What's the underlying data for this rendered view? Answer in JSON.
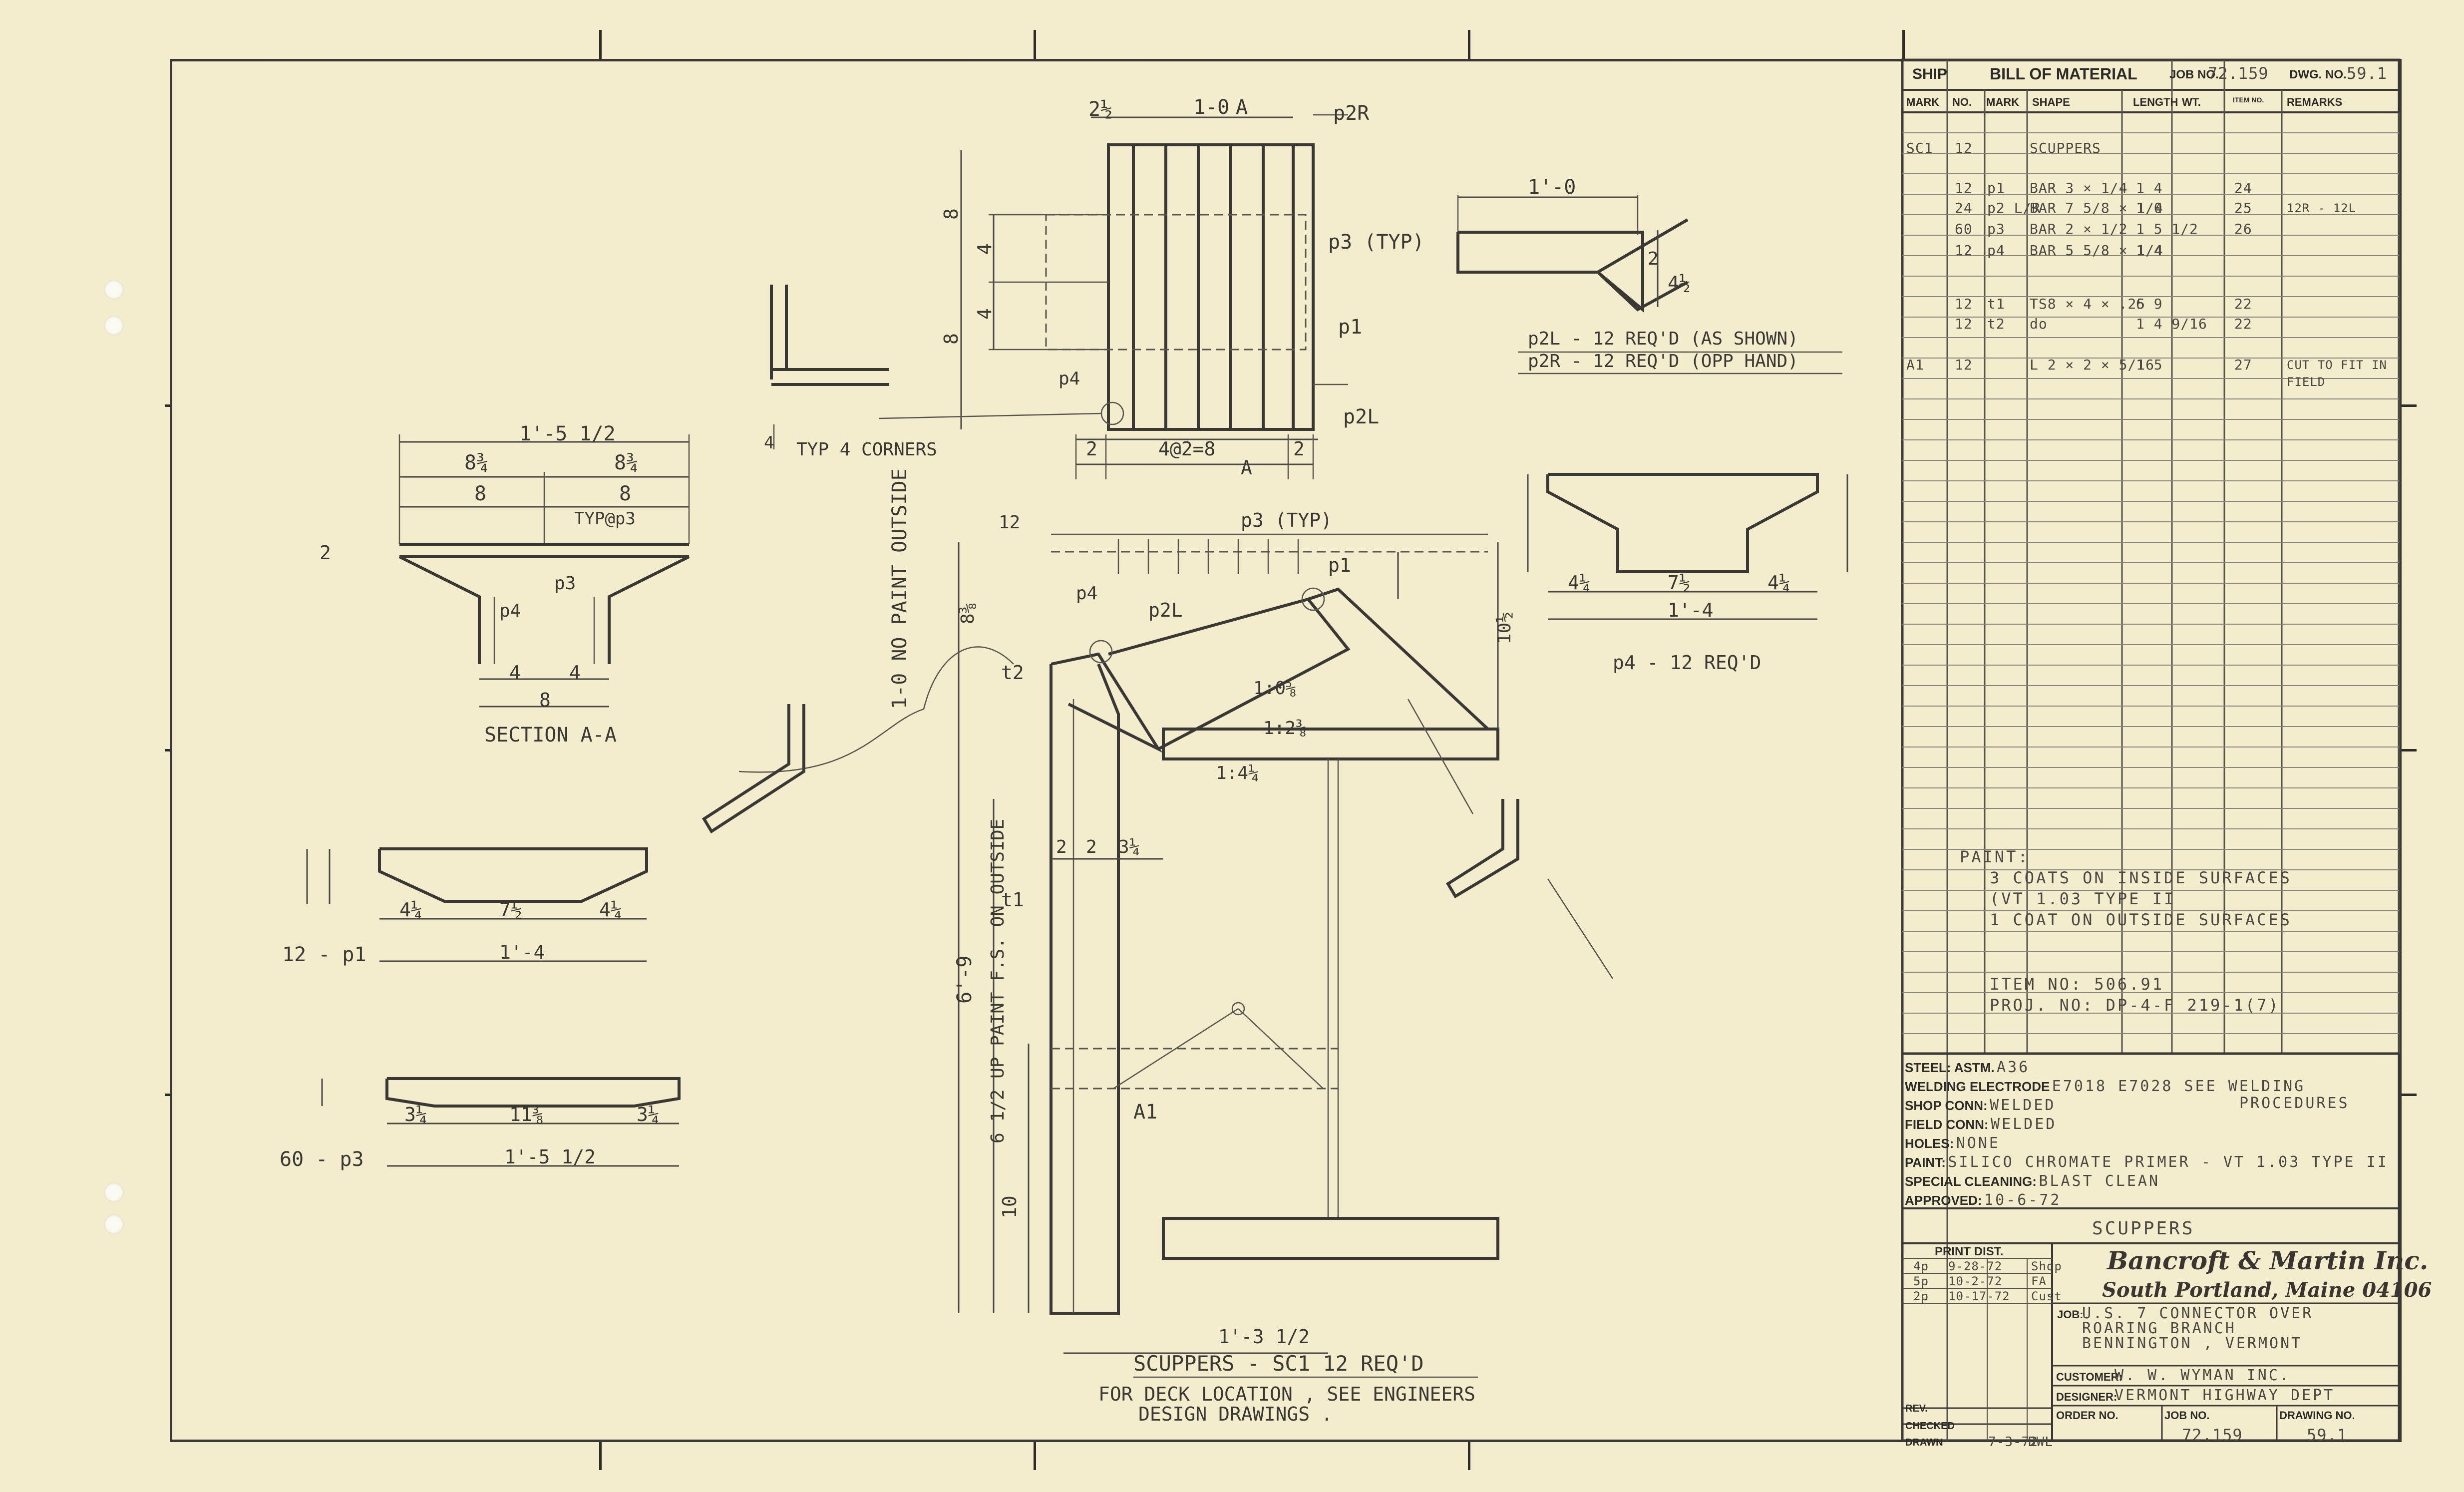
{
  "bom": {
    "ship_label": "SHIP",
    "title": "BILL OF MATERIAL",
    "job_no_label": "JOB NO.",
    "job_no": "72.159",
    "dwg_no_label": "DWG. NO.",
    "dwg_no": "59.1",
    "columns": [
      "MARK",
      "NO.",
      "MARK",
      "SHAPE",
      "LENGTH",
      "WT.",
      "ITEM NO.",
      "REMARKS"
    ],
    "rows": [
      {
        "mark": "SC1",
        "no": "12",
        "pmark": "",
        "shape": "SCUPPERS",
        "length": "",
        "wt": "",
        "item": "",
        "remarks": ""
      },
      {
        "mark": "",
        "no": "12",
        "pmark": "p1",
        "shape": "BAR 3 × 1/4",
        "length": "1  4",
        "wt": "",
        "item": "24",
        "remarks": ""
      },
      {
        "mark": "",
        "no": "24",
        "pmark": "p2 L/R",
        "shape": "BAR 7 5/8 × 1/4",
        "length": "1  0",
        "wt": "",
        "item": "25",
        "remarks": "12R - 12L"
      },
      {
        "mark": "",
        "no": "60",
        "pmark": "p3",
        "shape": "BAR 2 × 1/2",
        "length": "1  5 1/2",
        "wt": "",
        "item": "26",
        "remarks": ""
      },
      {
        "mark": "",
        "no": "12",
        "pmark": "p4",
        "shape": "BAR 5 5/8 × 1/4",
        "length": "1  4",
        "wt": "",
        "item": "",
        "remarks": ""
      },
      {
        "mark": "",
        "no": "12",
        "pmark": "t1",
        "shape": "TS8 × 4 × .25",
        "length": "6  9",
        "wt": "",
        "item": "22",
        "remarks": ""
      },
      {
        "mark": "",
        "no": "12",
        "pmark": "t2",
        "shape": "do",
        "length": "1  4 9/16",
        "wt": "",
        "item": "22",
        "remarks": ""
      },
      {
        "mark": "A1",
        "no": "12",
        "pmark": "",
        "shape": "L 2 × 2 × 5/16",
        "length": "1  5",
        "wt": "",
        "item": "27",
        "remarks": "CUT TO FIT IN FIELD"
      }
    ],
    "paint_note": [
      "PAINT:",
      "3 COATS ON INSIDE SURFACES",
      "(VT 1.03 TYPE II",
      "1 COAT ON OUTSIDE SURFACES"
    ],
    "item_note": [
      "ITEM NO: 506.91",
      "PROJ. NO: DP-4-F 219-1(7)"
    ]
  },
  "specs": {
    "steel_label": "STEEL: ASTM.",
    "steel": "A36",
    "welding_label": "WELDING ELECTRODE",
    "welding": "E7018  E7028  SEE WELDING",
    "welding2": "PROCEDURES",
    "shop_label": "SHOP CONN:",
    "shop": "WELDED",
    "field_label": "FIELD CONN:",
    "field": "WELDED",
    "holes_label": "HOLES:",
    "holes": "NONE",
    "paint_label": "PAINT:",
    "paint": "SILICO CHROMATE PRIMER - VT 1.03 TYPE II",
    "cleaning_label": "SPECIAL CLEANING:",
    "cleaning": "BLAST  CLEAN",
    "approved_label": "APPROVED:",
    "approved": "10-6-72"
  },
  "title_block": {
    "drawing_title": "SCUPPERS",
    "print_dist_label": "PRINT DIST.",
    "print_dist": [
      {
        "qty": "4p",
        "date": "9-28-72",
        "to": "Shop"
      },
      {
        "qty": "5p",
        "date": "10-2-72",
        "to": "FA"
      },
      {
        "qty": "2p",
        "date": "10-17-72",
        "to": "Cust"
      }
    ],
    "company": "Bancroft & Martin Inc.",
    "company_address": "South Portland, Maine 04106",
    "job_label": "JOB:",
    "job_lines": [
      "U.S. 7  CONNECTOR  OVER",
      "ROARING  BRANCH",
      "BENNINGTON , VERMONT"
    ],
    "customer_label": "CUSTOMER:",
    "customer": "W. W. WYMAN  INC.",
    "designer_label": "DESIGNER:",
    "designer": "VERMONT  HIGHWAY  DEPT",
    "order_label": "ORDER NO.",
    "job_no_label": "JOB NO.",
    "drawing_no_label": "DRAWING NO.",
    "job_no": "72.159",
    "drawing_no": "59.1",
    "rev_label": "REV.",
    "checked_label": "CHECKED",
    "drawn_label": "DRAWN",
    "drawn_date": "7-3-72",
    "drawn_by": "DWL"
  },
  "annotations": {
    "section_aa": "SECTION  A-A",
    "typ4": "TYP 4 CORNERS",
    "p2_note1": "p2L - 12 REQ'D (AS SHOWN)",
    "p2_note2": "p2R - 12 REQ'D (OPP HAND)",
    "p4_note": "p4 - 12 REQ'D",
    "p1_note": "12 - p1",
    "p3_note": "60 - p3",
    "main_title": "SCUPPERS - SC1   12 REQ'D",
    "footnote1": "FOR  DECK  LOCATION , SEE  ENGINEERS",
    "footnote2": "DESIGN   DRAWINGS .",
    "no_paint": "1-0 NO PAINT OUTSIDE",
    "up_paint": "6 1/2 UP PAINT F.S. ON OUTSIDE",
    "dim_6_9": "6'-9",
    "dim_10": "10",
    "dim_1_3": "1'-3 1/2",
    "dim_1_5": "1'-5 1/2",
    "dim_1_4": "1'-4",
    "dim_1_0": "1'-0",
    "lbl_p1": "p1",
    "lbl_p2r": "p2R",
    "lbl_p2l": "p2L",
    "lbl_p3": "p3 (TYP)",
    "lbl_p4": "p4",
    "lbl_t1": "t1",
    "lbl_t2": "t2",
    "lbl_a1": "A1",
    "lbl_a": "A",
    "lbl_typp3": "TYP@p3"
  },
  "colors": {
    "paper": "#f4edcd",
    "ink": "#3a3832",
    "pencil": "#5a574f"
  }
}
